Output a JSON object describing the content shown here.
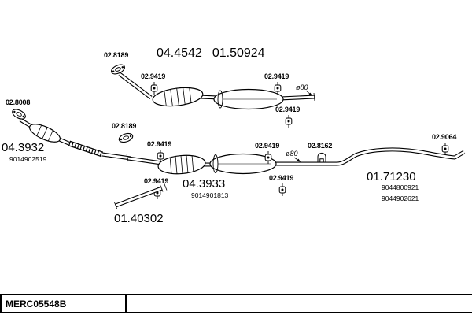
{
  "colors": {
    "ink": "#000000",
    "background": "#ffffff"
  },
  "icons": {
    "flange": "flange-gasket-icon",
    "hanger": "rubber-hanger-icon",
    "clamp": "pipe-clamp-icon"
  },
  "parts": {
    "top_assembly": {
      "number": "04.4542",
      "number2": "01.50924"
    },
    "front_pipe": {
      "number": "04.3932",
      "oe_code": "9014902519"
    },
    "mid_assembly": {
      "number": "04.3933",
      "oe_code": "9014901813"
    },
    "connector_pipe": {
      "number": "01.40302"
    },
    "tail_pipe": {
      "number": "01.71230",
      "oe_code1": "9044800921",
      "oe_code2": "9044902621"
    }
  },
  "fittings": {
    "top_flange": "02.8189",
    "top_hanger_front": "02.9419",
    "top_hanger_rear": "02.9419",
    "top_hanger_tail": "02.9419",
    "top_diameter": "ø80",
    "front_flange": "02.8008",
    "mid_flange": "02.8189",
    "mid_hanger_front": "02.9419",
    "mid_hanger_rear": "02.9419",
    "mid_hanger_bottom_front": "02.9419",
    "mid_hanger_bottom_rear": "02.9419",
    "mid_diameter": "ø80",
    "clamp": "02.8162",
    "tail_hanger": "02.9064"
  },
  "footer": {
    "catalog_code": "MERC05548B"
  }
}
